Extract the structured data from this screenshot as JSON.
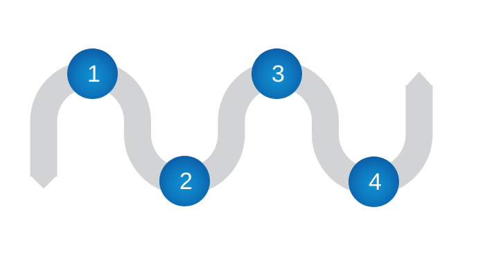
{
  "diagram": {
    "type": "serpentine-process-timeline",
    "background": "#ffffff",
    "path_color": "#d1d3d4",
    "node": {
      "fill_center": "#1190d2",
      "fill_edge": "#0b549e",
      "text_color": "#ffffff"
    },
    "steps": [
      {
        "label": "1"
      },
      {
        "label": "2"
      },
      {
        "label": "3"
      },
      {
        "label": "4"
      }
    ]
  }
}
